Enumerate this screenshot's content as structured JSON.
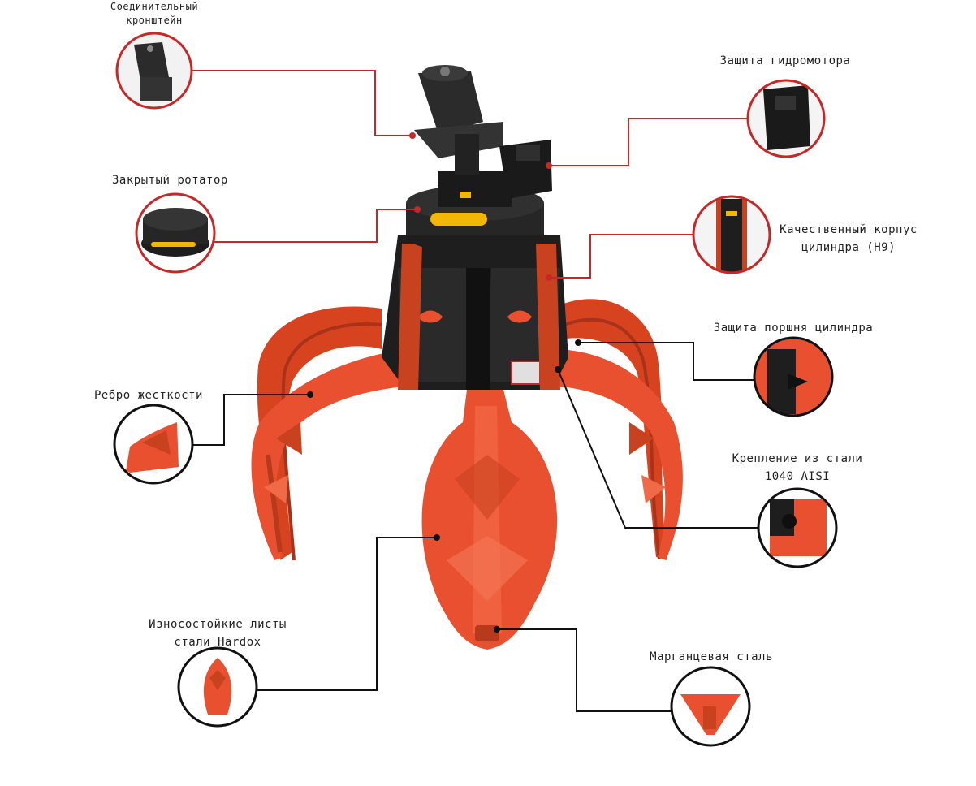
{
  "labels": {
    "bracket": [
      "Соединительный",
      "кронштейн"
    ],
    "motor_guard": "Защита гидромотора",
    "closed_rotator": "Закрытый ротатор",
    "cylinder_body": [
      "Качественный корпус",
      "цилиндра (H9)"
    ],
    "piston_guard": "Защита поршня цилиндра",
    "rib": "Ребро жесткости",
    "steel_mount": [
      "Крепление из стали",
      "1040 AISI"
    ],
    "hardox": [
      "Износостойкие листы",
      "стали Hardox"
    ],
    "manganese": "Марганцевая сталь"
  },
  "colors": {
    "leader_line": "#c62828",
    "leader_line_dark": "#111111",
    "jaw_orange": "#e8502f",
    "jaw_shadow": "#b83a1d",
    "body_black": "#1e1e1e",
    "accent_yellow": "#f2b705"
  }
}
